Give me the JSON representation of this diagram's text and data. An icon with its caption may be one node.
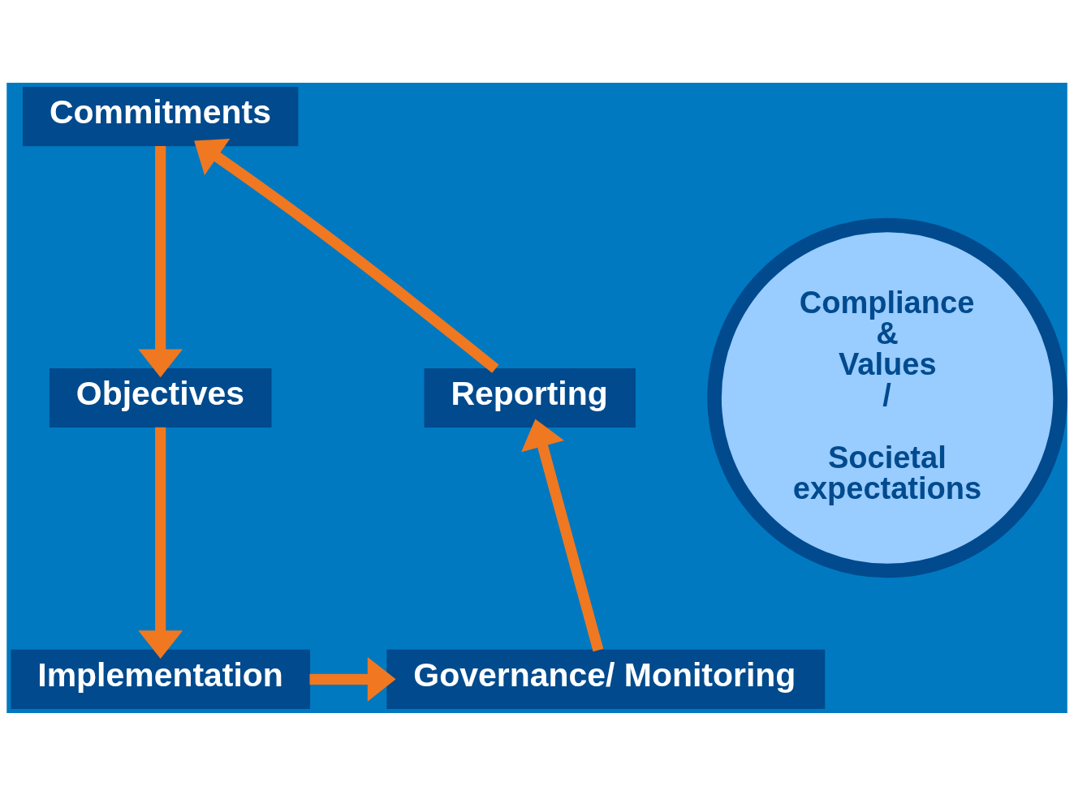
{
  "diagram": {
    "nodes": [
      {
        "text": [
          "Commitments"
        ]
      },
      {
        "text": [
          "Objectives"
        ]
      },
      {
        "text": [
          "Implementation"
        ]
      },
      {
        "text": [
          "Governance/ Monitoring"
        ]
      },
      {
        "text": [
          "Reporting"
        ]
      },
      {
        "text": [
          "Compliance & Values /",
          "Societal expectations"
        ]
      }
    ],
    "edges": [
      {
        "from": 0,
        "to": 1,
        "arrow": "to"
      },
      {
        "from": 1,
        "to": 2,
        "arrow": "to"
      },
      {
        "from": 2,
        "to": 3,
        "arrow": "to"
      },
      {
        "from": 3,
        "to": 4,
        "arrow": "to"
      },
      {
        "from": 4,
        "to": 0,
        "arrow": "to"
      }
    ]
  }
}
